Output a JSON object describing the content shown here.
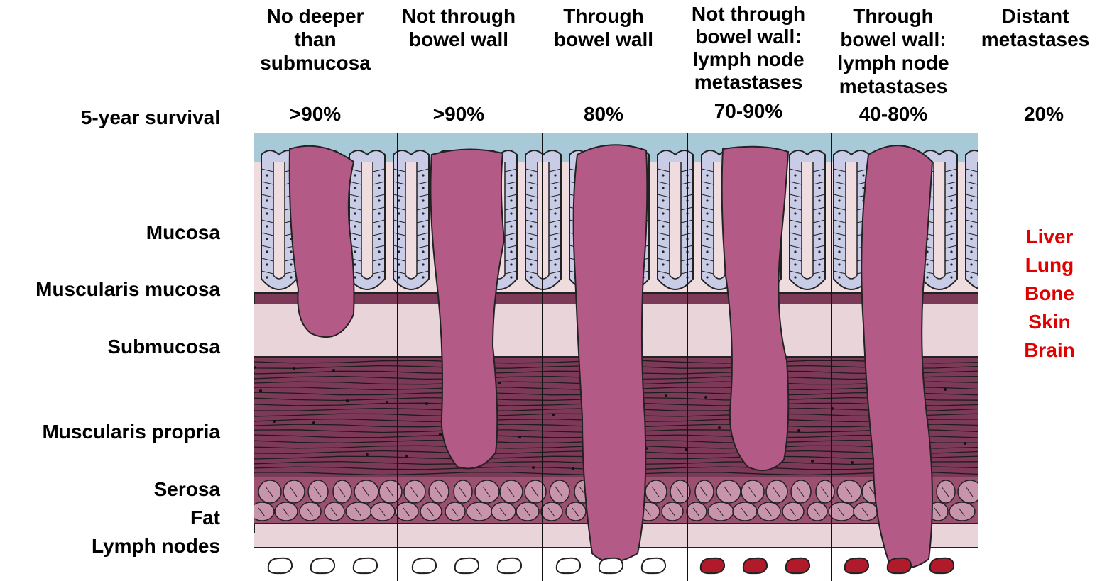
{
  "columns": [
    {
      "heading": "No deeper\nthan\nsubmucosa",
      "survival": ">90%"
    },
    {
      "heading": "Not through\nbowel wall",
      "survival": ">90%"
    },
    {
      "heading": "Through\nbowel wall",
      "survival": "80%"
    },
    {
      "heading": "Not through\nbowel wall:\nlymph node\nmetastases",
      "survival": "70-90%"
    },
    {
      "heading": "Through\nbowel wall:\nlymph node\nmetastases",
      "survival": "40-80%"
    },
    {
      "heading": "Distant\nmetastases",
      "survival": "20%"
    }
  ],
  "survival_label": "5-year survival",
  "layers": [
    "Mucosa",
    "Muscularis mucosa",
    "Submucosa",
    "Muscularis propria",
    "Serosa",
    "Fat",
    "Lymph nodes"
  ],
  "metastasis_sites": [
    "Liver",
    "Lung",
    "Bone",
    "Skin",
    "Brain"
  ],
  "colors": {
    "tumor": "#b45a86",
    "lumen": "#a7c9d8",
    "mucosa": "#eedcdf",
    "epithelium": "#c8cce6",
    "muscle": "#7d3a58",
    "submucosa": "#e9d4da",
    "fat_background": "#9c5070",
    "node_normal": "#ffffff",
    "node_metastatic": "#b01a2a",
    "metastasis_text": "#e10000"
  },
  "lymph_node_status": [
    "normal",
    "normal",
    "normal",
    "metastatic",
    "metastatic"
  ]
}
